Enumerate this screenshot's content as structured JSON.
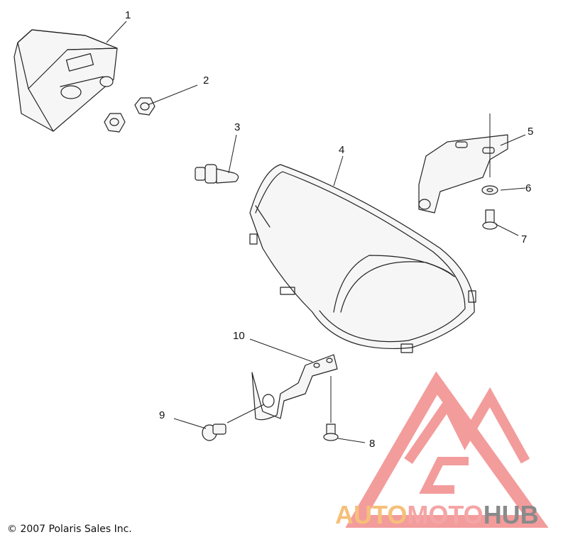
{
  "callouts": [
    {
      "id": "1",
      "label": "1"
    },
    {
      "id": "2",
      "label": "2"
    },
    {
      "id": "3",
      "label": "3"
    },
    {
      "id": "4",
      "label": "4"
    },
    {
      "id": "5",
      "label": "5"
    },
    {
      "id": "6",
      "label": "6"
    },
    {
      "id": "7",
      "label": "7"
    },
    {
      "id": "8",
      "label": "8"
    },
    {
      "id": "9",
      "label": "9"
    },
    {
      "id": "10",
      "label": "10"
    }
  ],
  "copyright": "© 2007 Polaris Sales Inc.",
  "watermark": {
    "part1": "AUTO",
    "part2": "MOTO",
    "part3": "HUB",
    "colors": {
      "auto": "#f5c07a",
      "moto": "#f4a5a5",
      "hub": "#8a8a8a",
      "logo": "#f28b8b"
    }
  }
}
